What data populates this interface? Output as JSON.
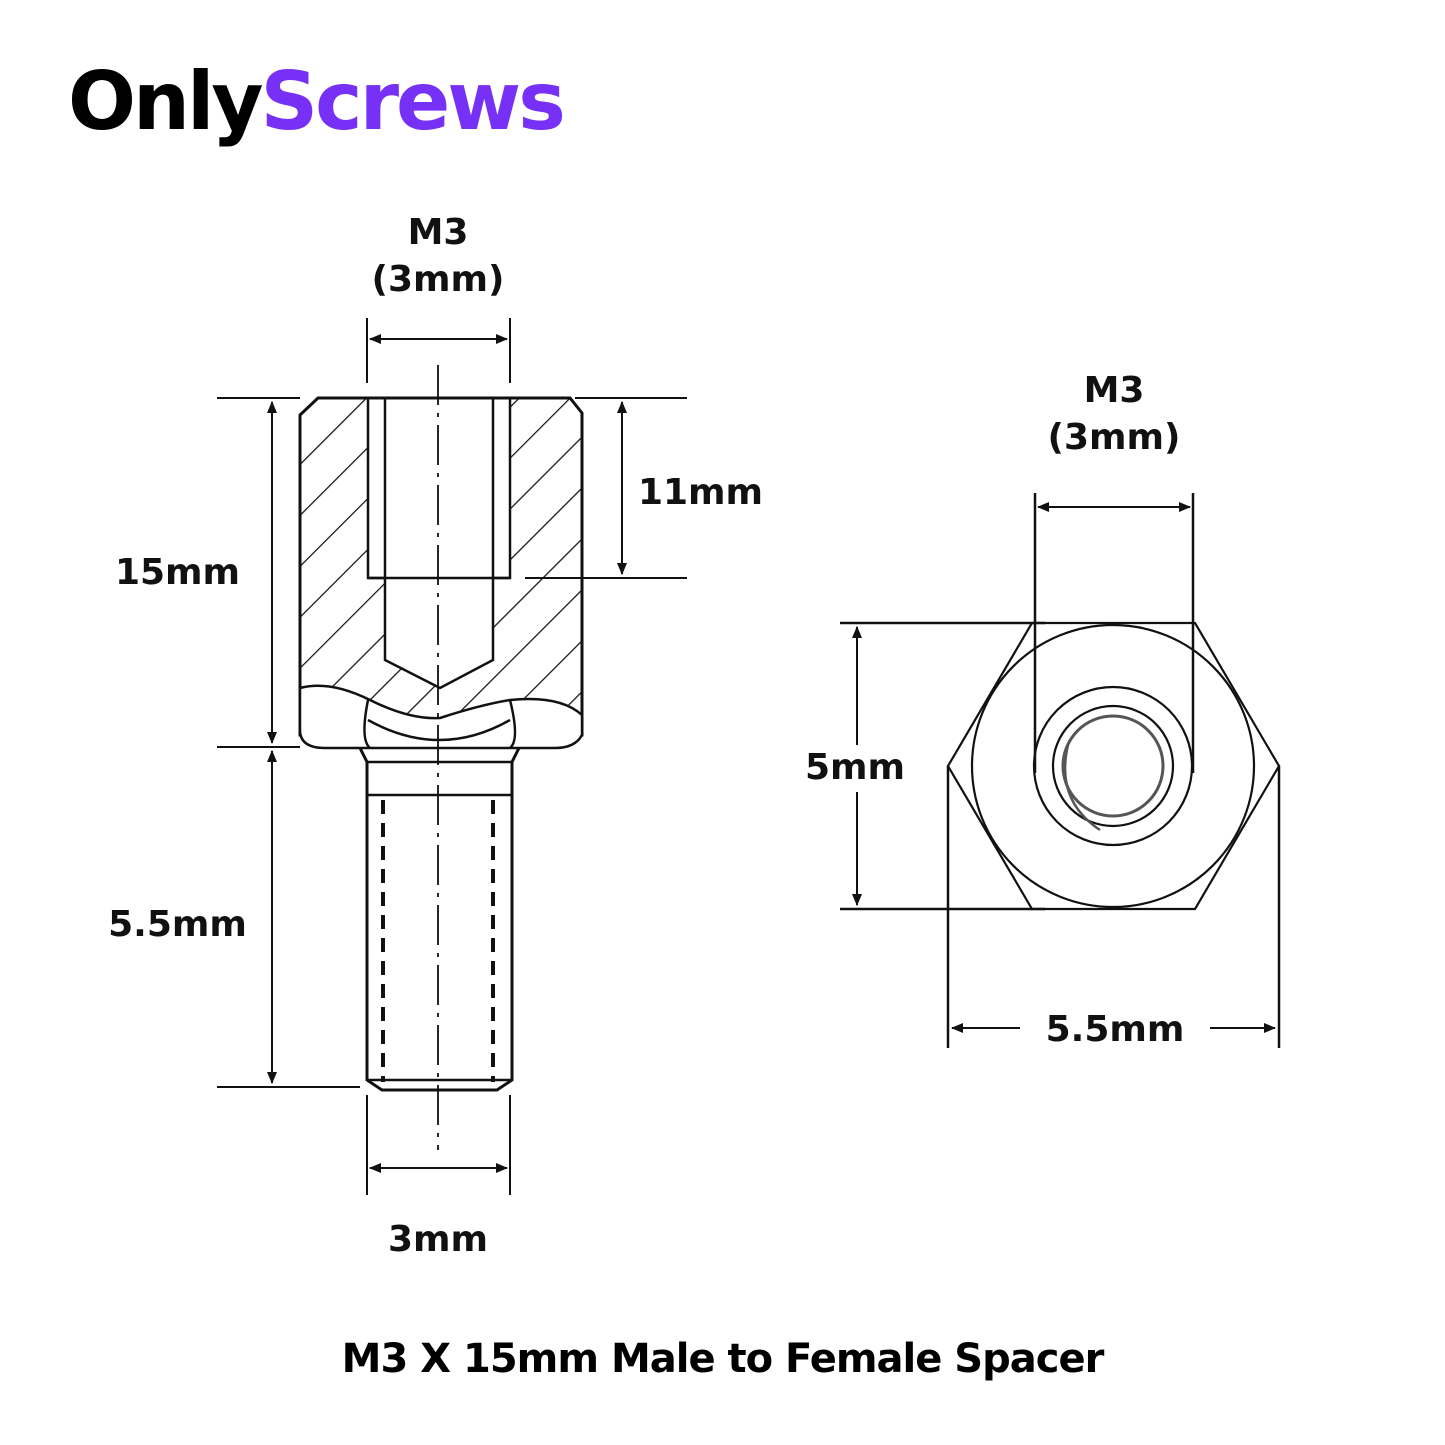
{
  "brand": {
    "part1": "Only",
    "part2": "Screws",
    "accent_color": "#7730f5",
    "primary_color": "#000000"
  },
  "side_view": {
    "top_thread_label_line1": "M3",
    "top_thread_label_line2": "(3mm)",
    "overall_length": "15mm",
    "internal_thread_depth": "11mm",
    "male_thread_length": "5.5mm",
    "male_thread_diameter": "3mm"
  },
  "end_view": {
    "thread_label_line1": "M3",
    "thread_label_line2": "(3mm)",
    "hex_flat_height": "5mm",
    "hex_across_flats": "5.5mm"
  },
  "caption": "M3 X 15mm Male to Female Spacer"
}
